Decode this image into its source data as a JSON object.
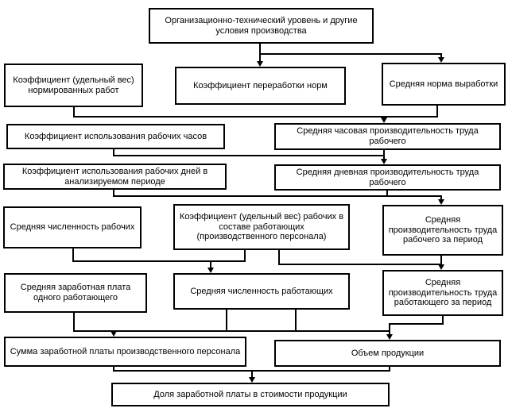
{
  "diagram": {
    "nodes": {
      "org_level": {
        "label": "Организационно-технический уровень и другие условия производства"
      },
      "coef_normed_works": {
        "label": "Коэффициент (удельный вес) нормированных работ"
      },
      "coef_norm_overfulfillment": {
        "label": "Коэффициент переработки норм"
      },
      "avg_output_rate": {
        "label": "Средняя норма выработки"
      },
      "coef_working_hours": {
        "label": "Коэффициент использования рабочих часов"
      },
      "avg_hourly_productivity": {
        "label": "Средняя часовая производительность труда рабочего"
      },
      "coef_working_days": {
        "label": "Коэффициент использования рабочих дней в анализируемом периоде"
      },
      "avg_daily_productivity": {
        "label": "Средняя дневная производительность труда рабочего"
      },
      "avg_number_workers": {
        "label": "Средняя численность рабочих"
      },
      "coef_workers_share": {
        "label": "Коэффициент (удельный вес) рабочих в составе работающих (производственного персонала)"
      },
      "avg_period_productivity_worker": {
        "label": "Средняя производительность труда рабочего за период"
      },
      "avg_salary_per_employee": {
        "label": "Средняя заработная плата одного работающего"
      },
      "avg_number_employees": {
        "label": "Средняя численность работающих"
      },
      "avg_period_productivity_employee": {
        "label": "Средняя производительность труда работающего за период"
      },
      "salary_sum": {
        "label": "Сумма заработной платы производственного персонала"
      },
      "output_volume": {
        "label": "Объем продукции"
      },
      "salary_share": {
        "label": "Доля заработной платы в стоимости продукции"
      }
    },
    "colors": {
      "box_border": "#000000",
      "background": "#ffffff",
      "text": "#000000"
    }
  }
}
